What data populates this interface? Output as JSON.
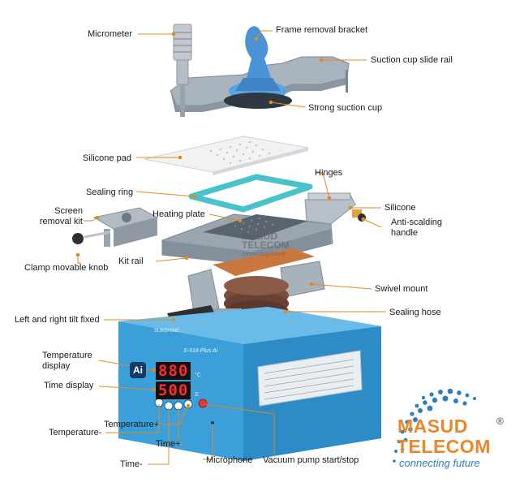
{
  "labels": {
    "micrometer": "Micrometer",
    "frame_bracket": "Frame removal bracket",
    "slide_rail": "Suction cup slide rail",
    "strong_suction": "Strong suction cup",
    "silicone_pad": "Silicone pad",
    "sealing_ring": "Sealing ring",
    "hinges": "Hinges",
    "silicone": "Silicone",
    "screen_removal_1": "Screen",
    "screen_removal_2": "removal kit",
    "heating_plate": "Heating plate",
    "anti_scald_1": "Anti-scalding",
    "anti_scald_2": "handle",
    "clamp_knob": "Clamp movable knob",
    "kit_rail": "Kit rail",
    "swivel_mount": "Swivel mount",
    "sealing_hose": "Sealing hose",
    "tilt_fixed": "Left and right tilt fixed",
    "temp_display_1": "Temperature",
    "temp_display_2": "display",
    "time_display": "Time display",
    "temp_plus": "Temperature+",
    "temp_minus": "Temperature-",
    "time_plus": "Time+",
    "time_minus": "Time-",
    "microphone": "Microphone",
    "vacuum_pump": "Vacuum pump start/stop"
  },
  "device": {
    "temp_value": "880",
    "time_value": "500",
    "temp_unit": "°C",
    "time_unit": "S",
    "badge": "Ai",
    "model_text": "S-918 Plus Ai",
    "brand_small": "SUNSHINE"
  },
  "watermark": {
    "line1": "MASUD",
    "line2": "TELECOM",
    "tagline": "connecting future"
  },
  "brand": {
    "line1": "MASUD",
    "line2": "TELECOM",
    "reg": "®",
    "tagline": "connecting future"
  },
  "colors": {
    "body_blue": "#3a9fd8",
    "label_line": "#e08a22",
    "brand_orange": "#e9872c",
    "brand_blue": "#2b7fc1",
    "sealing_ring": "#48c3c9",
    "suction_cup": "#4a93d6",
    "display_red": "#ff2a2a"
  }
}
